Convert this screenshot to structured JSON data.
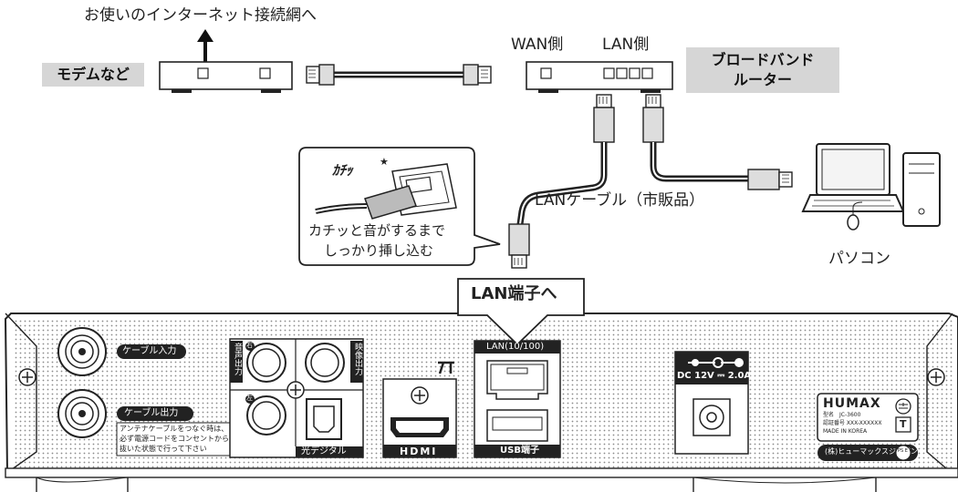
{
  "texts": {
    "internet": "お使いのインターネット接続網へ",
    "modem": "モデムなど",
    "wan": "WAN側",
    "lan_side": "LAN側",
    "router_line1": "ブロードバンド",
    "router_line2": "ルーター",
    "click_sound": "ｶﾁｯ",
    "click_star": "★",
    "callout_line1": "カチッと音がするまで",
    "callout_line2": "しっかり挿し込む",
    "lan_cable": "LANケーブル（市販品）",
    "pc": "パソコン",
    "lan_port_callout": "LAN端子へ"
  },
  "panel": {
    "cable_in": "ケーブル入力",
    "cable_out": "ケーブル出力",
    "antenna_note_1": "アンテナケーブルをつなぐ時は、",
    "antenna_note_2": "必ず電源コードをコンセントから",
    "antenna_note_3": "抜いた状態で行って下さい",
    "audio_out": "音声出力",
    "video_out": "映像出力",
    "right_mark": "右",
    "left_mark": "左",
    "optical": "光デジタル",
    "hdmi": "HDMI",
    "lan_label": "LAN(10/100)",
    "usb_label": "USB端子",
    "dc_label": "DC 12V ⎓ 2.0A",
    "humax": "HUMAX",
    "model_line": "型名　JC-3600",
    "cert_line": "認証番号 XXX-XXXXXX",
    "made_in": "MADE IN KOREA",
    "company": "(株)ヒューマックスジャパン",
    "pse": "PS E",
    "t_mark": "T"
  },
  "colors": {
    "label_bg": "#d6d6d6",
    "line": "#222222",
    "panel_dots": "#888888"
  }
}
